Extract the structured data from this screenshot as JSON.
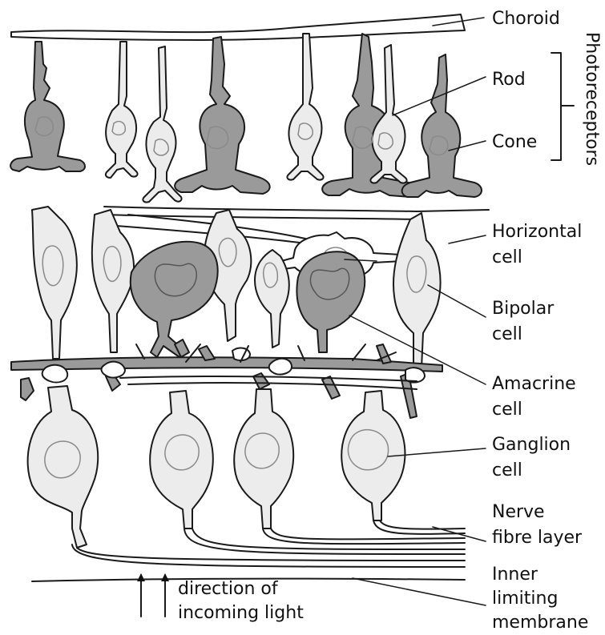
{
  "labels": {
    "choroid": "Choroid",
    "rod": "Rod",
    "cone": "Cone",
    "photoreceptors": "Photoreceptors",
    "horizontal_1": "Horizontal",
    "horizontal_2": "cell",
    "bipolar_1": "Bipolar",
    "bipolar_2": "cell",
    "amacrine_1": "Amacrine",
    "amacrine_2": "cell",
    "ganglion_1": "Ganglion",
    "ganglion_2": "cell",
    "nerve_1": "Nerve",
    "nerve_2": "fibre layer",
    "ilm_1": "Inner",
    "ilm_2": "limiting",
    "ilm_3": "membrane",
    "light_1": "direction of",
    "light_2": "incoming light"
  },
  "colors": {
    "cone_fill": "#9a9a9a",
    "cell_fill": "#ececec",
    "nucleus_stroke": "#8a8a8a",
    "outline": "#1a1a1a"
  }
}
